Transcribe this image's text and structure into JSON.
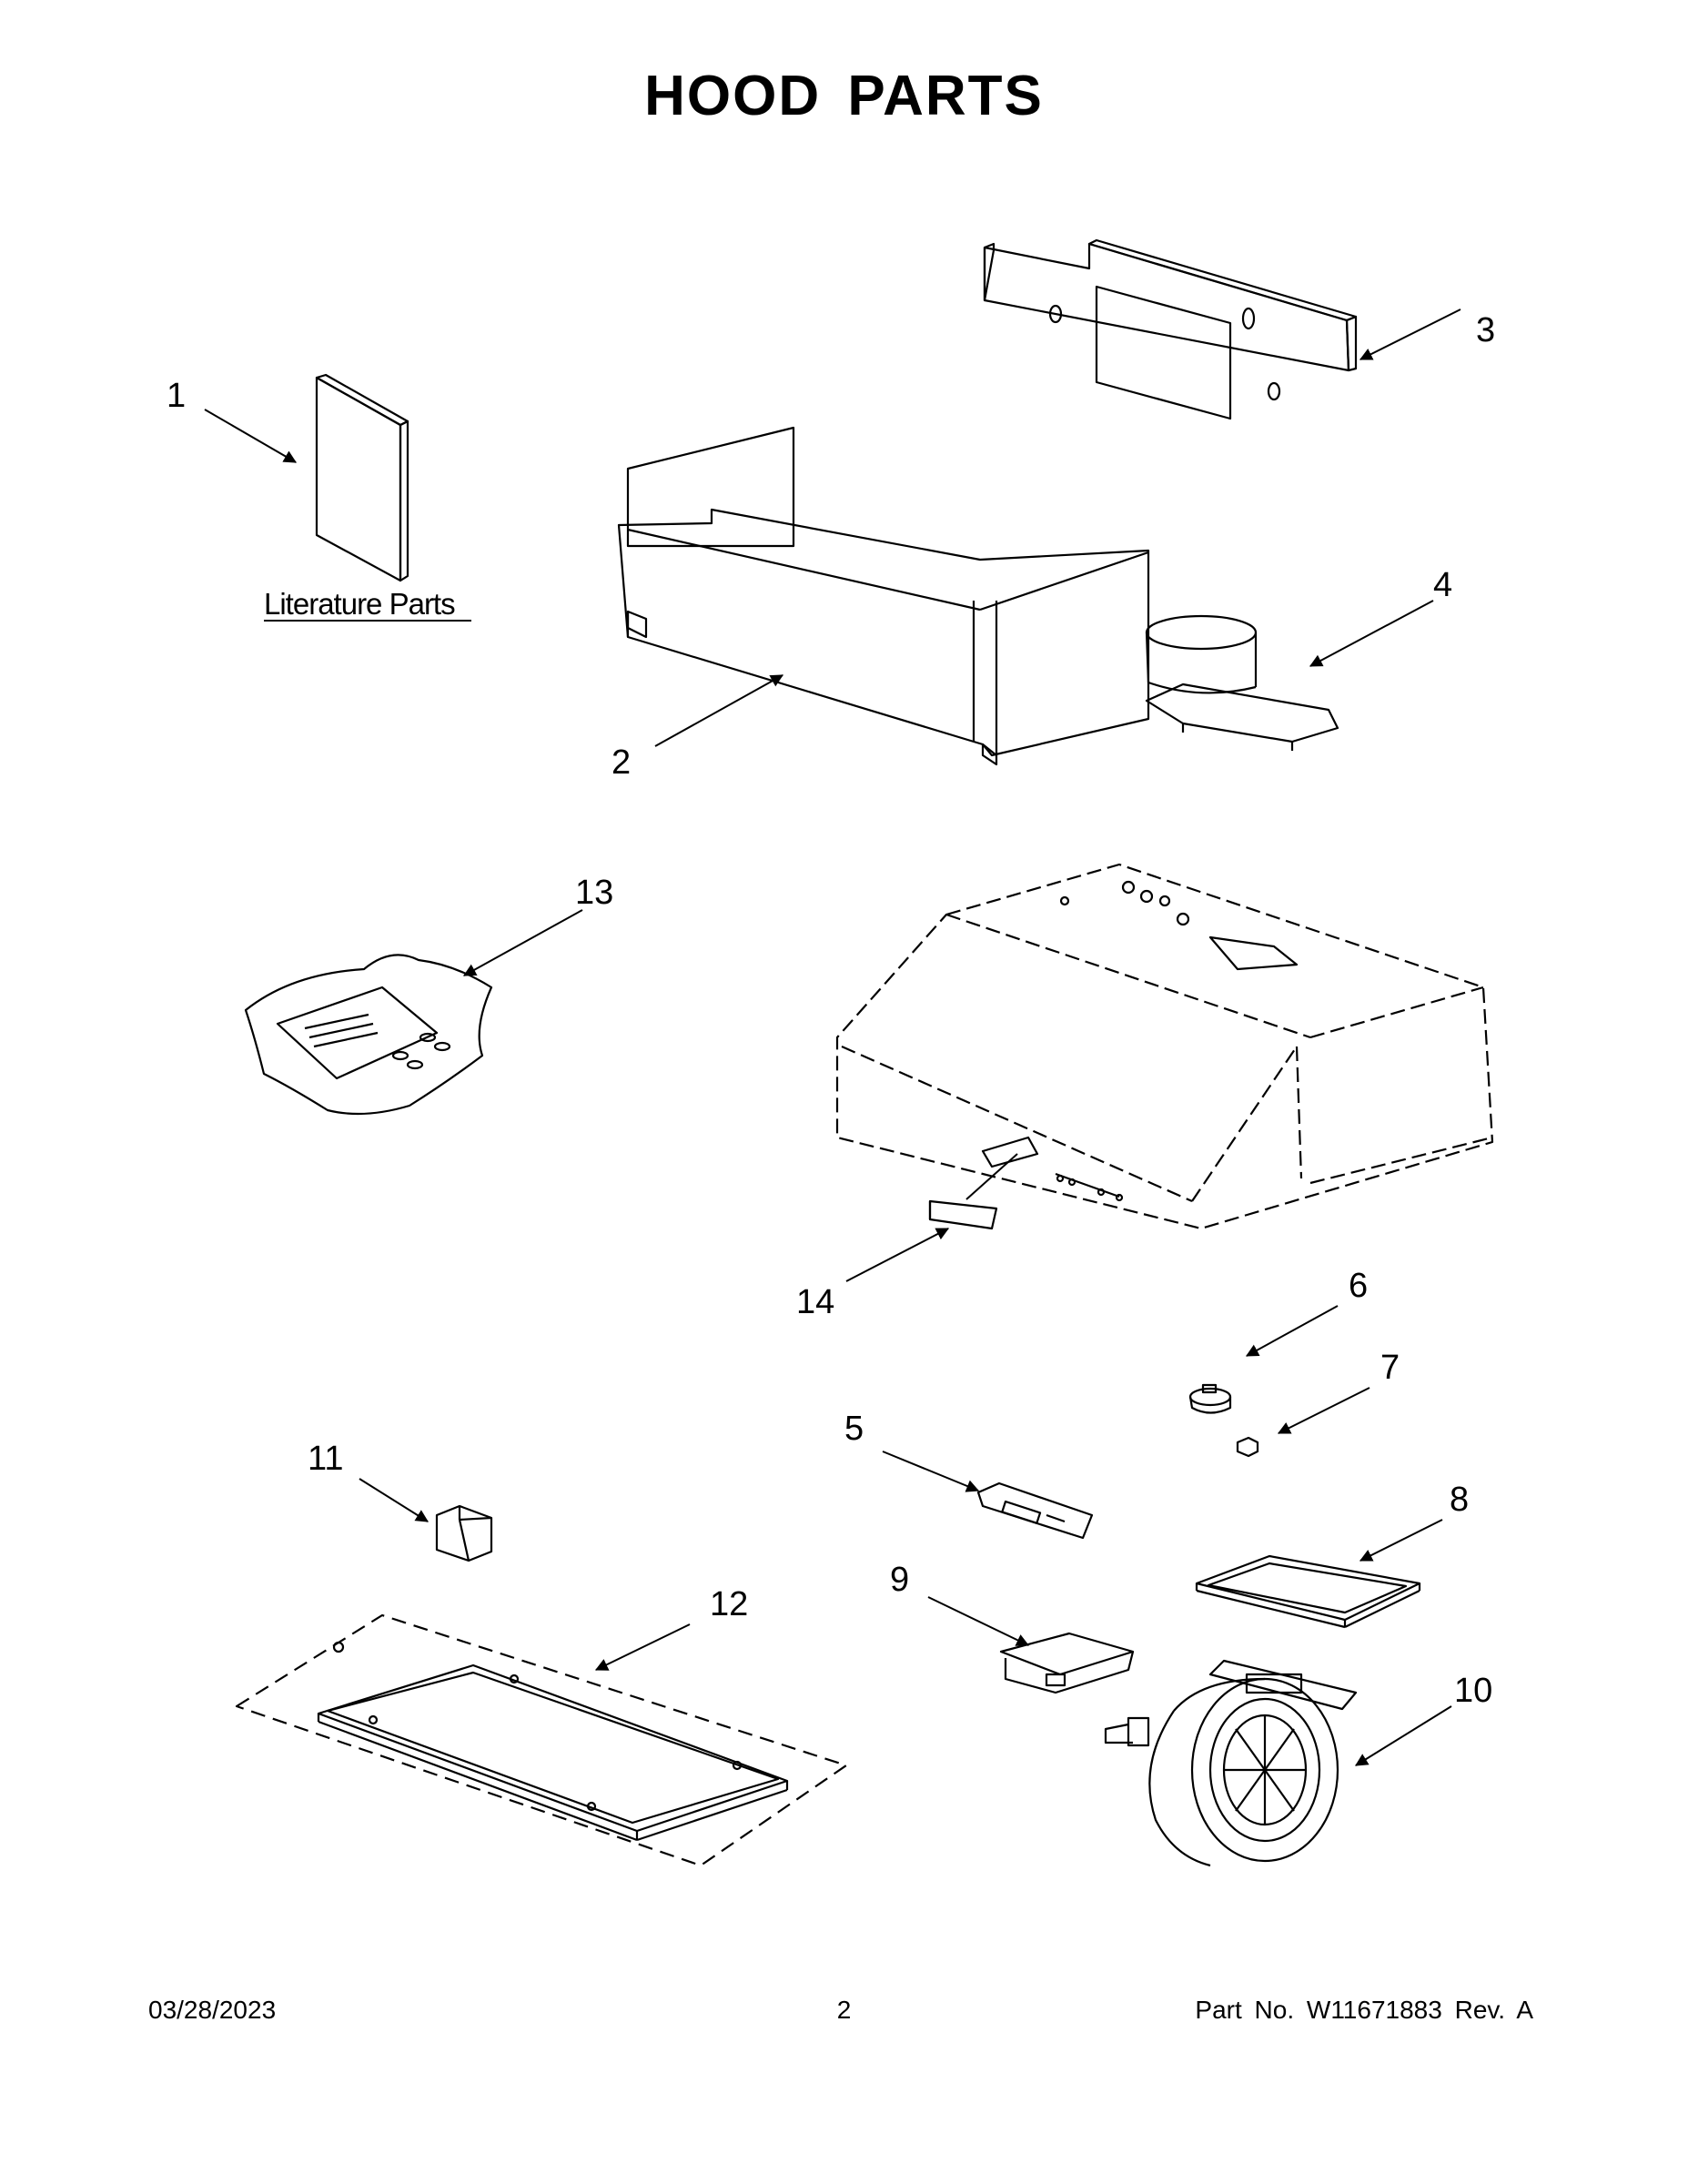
{
  "page": {
    "title": "HOOD PARTS",
    "footer_date": "03/28/2023",
    "footer_page": "2",
    "footer_part": "Part No.  W11671883  Rev.  A"
  },
  "diagram": {
    "literature_label": "Literature Parts",
    "callouts": [
      "1",
      "2",
      "3",
      "4",
      "5",
      "6",
      "7",
      "8",
      "9",
      "10",
      "11",
      "12",
      "13",
      "14"
    ]
  }
}
